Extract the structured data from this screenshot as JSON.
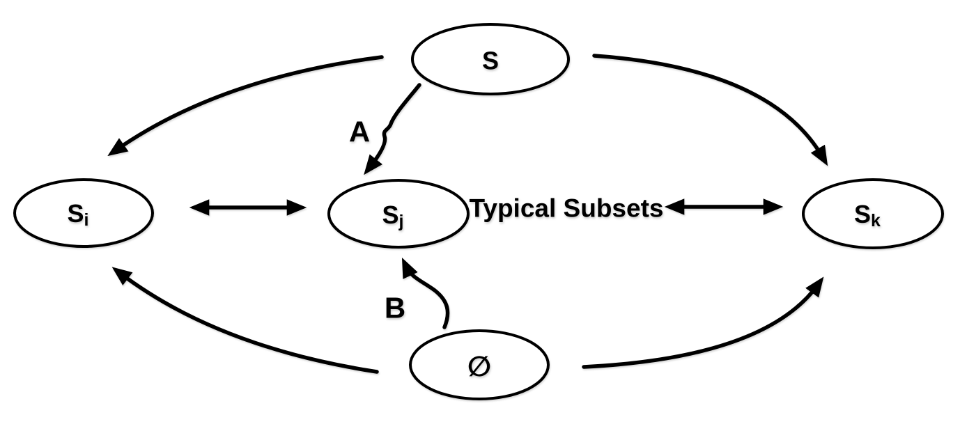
{
  "colors": {
    "ink": "#000000",
    "background": "#ffffff"
  },
  "nodes": {
    "s": {
      "label": "S"
    },
    "si": {
      "base": "S",
      "sub": "i"
    },
    "sj": {
      "base": "S",
      "sub": "j"
    },
    "sk": {
      "base": "S",
      "sub": "k"
    },
    "empty": {
      "label": "∅"
    }
  },
  "edge_labels": {
    "a": "A",
    "b": "B"
  },
  "annotation": "Typical Subsets"
}
